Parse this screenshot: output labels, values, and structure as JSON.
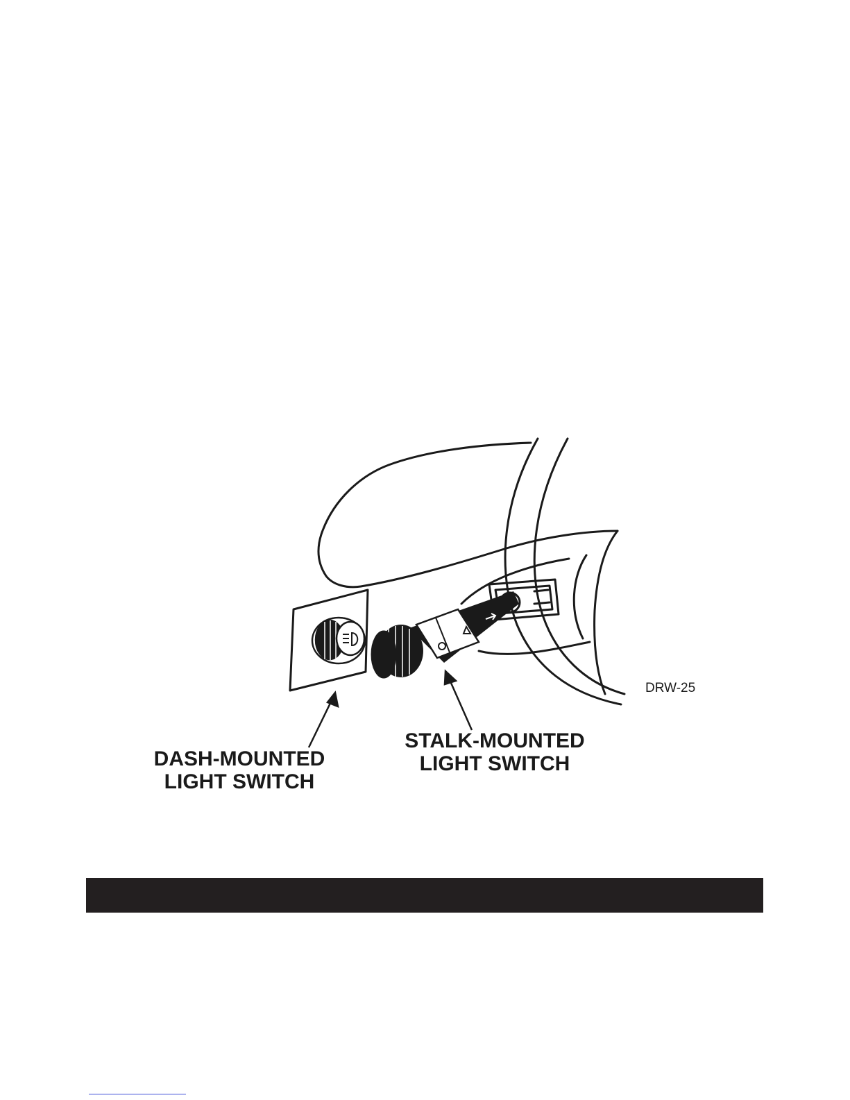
{
  "figure": {
    "callouts": {
      "dash_line1": "DASH-MOUNTED",
      "dash_line2": "LIGHT SWITCH",
      "stalk_line1": "STALK-MOUNTED",
      "stalk_line2": "LIGHT SWITCH"
    },
    "figure_id": "DRW-25"
  },
  "colors": {
    "ink": "#1a1a1a",
    "section_bar": "#231f20",
    "link_rule": "#3b4bd8"
  }
}
